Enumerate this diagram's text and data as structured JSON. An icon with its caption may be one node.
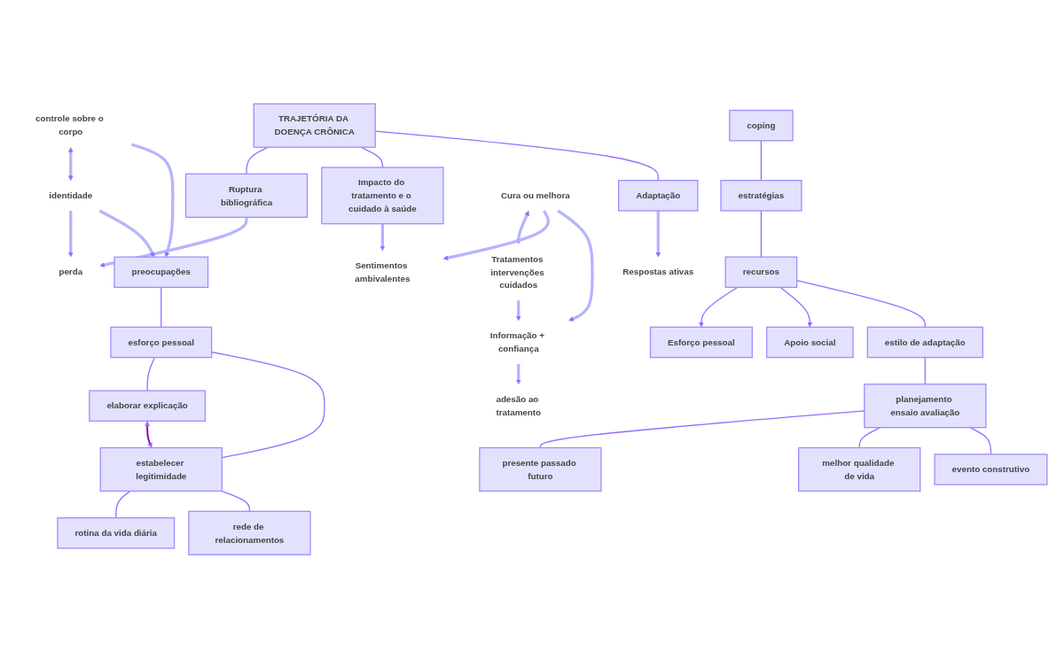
{
  "diagram": {
    "nodes": [
      {
        "text": [
          "TRAJETÓRIA DA DOENÇA CRÔNICA"
        ]
      },
      {
        "text": [
          "Ruptura bibliográfica"
        ]
      },
      {
        "text": [
          "Impacto do tratamento e o cuidado à saúde"
        ]
      },
      {
        "text": [
          "Adaptação"
        ]
      },
      {
        "text": [
          "perda"
        ]
      },
      {
        "text": [
          "controle sobre o corpo"
        ]
      },
      {
        "text": [
          "identidade"
        ]
      },
      {
        "text": [
          "preocupações"
        ]
      },
      {
        "text": [
          "esforço pessoal"
        ]
      },
      {
        "text": [
          "elaborar explicação"
        ]
      },
      {
        "text": [
          "estabelecer legitimidade"
        ]
      },
      {
        "text": [
          "rotina da vida diária"
        ]
      },
      {
        "text": [
          "rede de relacionamentos"
        ]
      },
      {
        "text": [
          "Sentimentos ambivalentes"
        ]
      },
      {
        "text": [
          "Cura ou melhora"
        ]
      },
      {
        "text": [
          "Tratamentos intervenções cuidados"
        ]
      },
      {
        "text": [
          "Informação + confiança"
        ]
      },
      {
        "text": [
          "adesão ao tratamento"
        ]
      },
      {
        "text": [
          "Respostas ativas"
        ]
      },
      {
        "text": [
          "coping"
        ]
      },
      {
        "text": [
          "estratégias"
        ]
      },
      {
        "text": [
          "recursos"
        ]
      },
      {
        "text": [
          "Esforço pessoal"
        ]
      },
      {
        "text": [
          "Apoio social"
        ]
      },
      {
        "text": [
          "estilo de adaptação"
        ]
      },
      {
        "text": [
          "planejamento ensaio avaliação"
        ]
      },
      {
        "text": [
          "presente passado futuro"
        ]
      },
      {
        "text": [
          "melhor qualidade de vida"
        ]
      },
      {
        "text": [
          "evento construtivo"
        ]
      }
    ],
    "edges": [
      {
        "from": 0,
        "to": 1,
        "arrow": "none"
      },
      {
        "from": 0,
        "to": 2,
        "arrow": "none"
      },
      {
        "from": 0,
        "to": 3,
        "arrow": "none"
      },
      {
        "from": 1,
        "to": 4,
        "arrow": "to",
        "style": "thick"
      },
      {
        "from": 5,
        "to": 6,
        "arrow": "both",
        "style": "thick"
      },
      {
        "from": 6,
        "to": 4,
        "arrow": "to",
        "style": "thick"
      },
      {
        "from": 5,
        "to": 7,
        "arrow": "to",
        "style": "thick"
      },
      {
        "from": 6,
        "to": 7,
        "arrow": "to",
        "style": "thick"
      },
      {
        "from": 7,
        "to": 8,
        "arrow": "none"
      },
      {
        "from": 8,
        "to": 9,
        "arrow": "none"
      },
      {
        "from": 8,
        "to": 10,
        "arrow": "none"
      },
      {
        "from": 9,
        "to": 10,
        "arrow": "both",
        "color": "#8a00c8"
      },
      {
        "from": 10,
        "to": 11,
        "arrow": "none"
      },
      {
        "from": 10,
        "to": 12,
        "arrow": "none"
      },
      {
        "from": 2,
        "to": 13,
        "arrow": "to",
        "style": "thick"
      },
      {
        "from": 14,
        "to": 15,
        "arrow": "both",
        "style": "thick"
      },
      {
        "from": 14,
        "to": 13,
        "arrow": "to",
        "style": "thick"
      },
      {
        "from": 14,
        "to": 16,
        "arrow": "to",
        "style": "thick"
      },
      {
        "from": 15,
        "to": 16,
        "arrow": "to",
        "style": "thick"
      },
      {
        "from": 16,
        "to": 17,
        "arrow": "to",
        "style": "thick"
      },
      {
        "from": 3,
        "to": 18,
        "arrow": "to",
        "style": "thick"
      },
      {
        "from": 19,
        "to": 20,
        "arrow": "none"
      },
      {
        "from": 20,
        "to": 21,
        "arrow": "none"
      },
      {
        "from": 21,
        "to": 22,
        "arrow": "to"
      },
      {
        "from": 21,
        "to": 23,
        "arrow": "to"
      },
      {
        "from": 21,
        "to": 24,
        "arrow": "none"
      },
      {
        "from": 24,
        "to": 25,
        "arrow": "none"
      },
      {
        "from": 25,
        "to": 26,
        "arrow": "none"
      },
      {
        "from": 25,
        "to": 27,
        "arrow": "none"
      },
      {
        "from": 25,
        "to": 28,
        "arrow": "none"
      }
    ]
  }
}
